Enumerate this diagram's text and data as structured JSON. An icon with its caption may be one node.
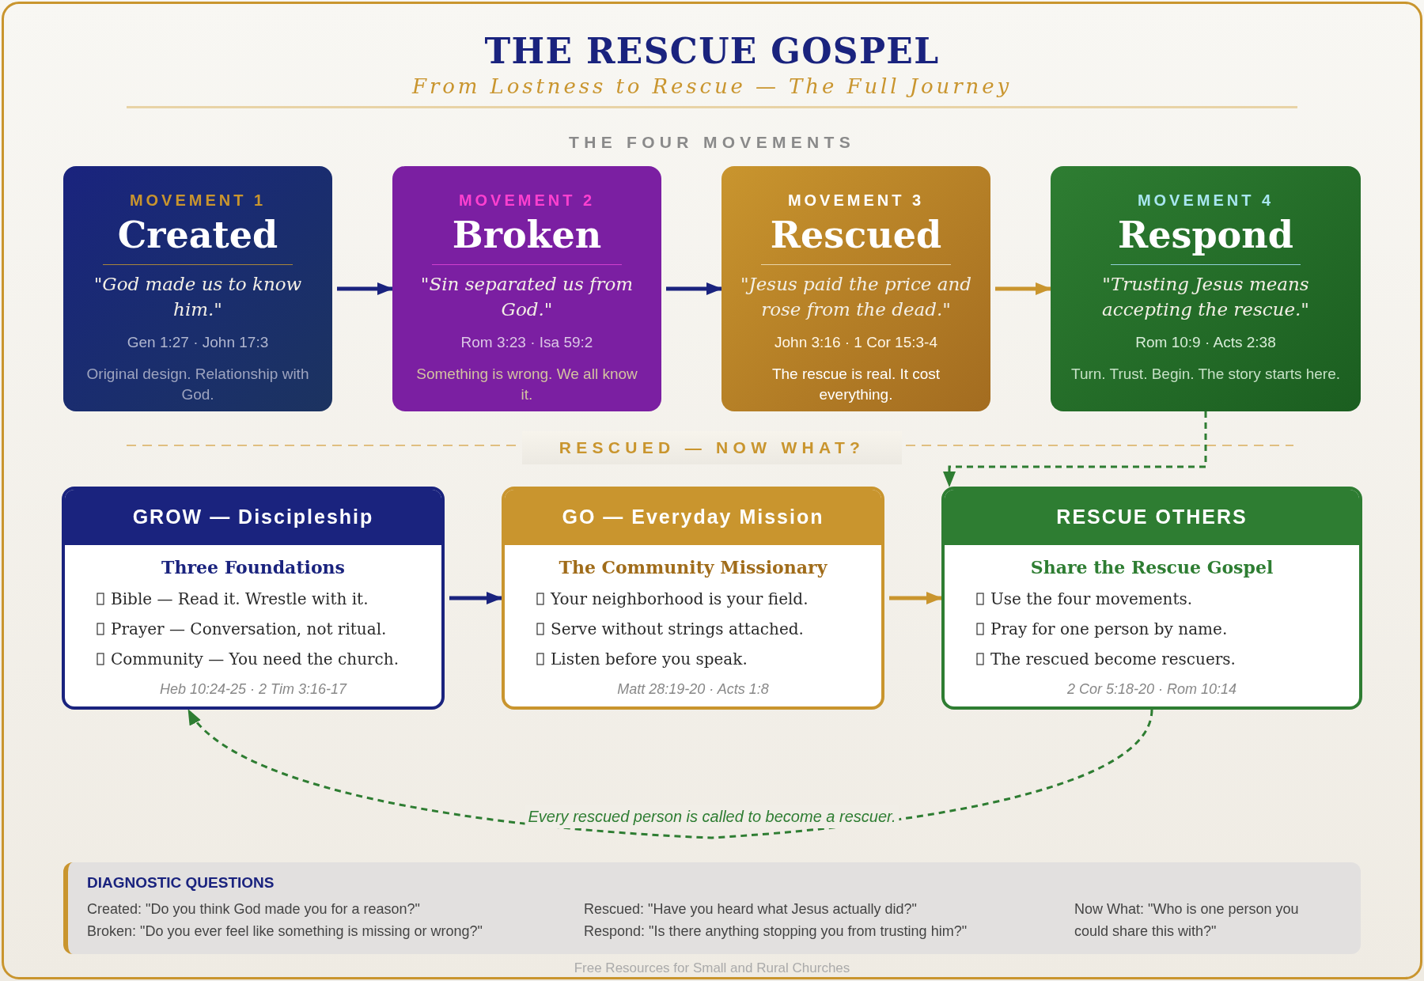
{
  "diagram": {
    "title": "THE RESCUE GOSPEL",
    "nodes": [
      {
        "text": [
          "MOVEMENT 1",
          "Created",
          "\"God made us to know him.\"",
          "Gen 1:27 · John 17:3",
          "Original design. Relationship with God."
        ]
      },
      {
        "text": [
          "MOVEMENT 2",
          "Broken",
          "\"Sin separated us from God.\"",
          "Rom 3:23 · Isa 59:2",
          "Something is wrong. We all know it."
        ]
      },
      {
        "text": [
          "MOVEMENT 3",
          "Rescued",
          "\"Jesus paid the price and rose from the dead.\"",
          "John 3:16 · 1 Cor 15:3-4",
          "The rescue is real. It cost everything."
        ]
      },
      {
        "text": [
          "MOVEMENT 4",
          "Respond",
          "\"Trusting Jesus means accepting the rescue.\"",
          "Rom 10:9 · Acts 2:38",
          "Turn. Trust. Begin. The story starts here."
        ]
      },
      {
        "text": [
          "RESCUED — NOW WHAT?"
        ]
      },
      {
        "text": [
          "GROW — Discipleship",
          "Three Foundations",
          "Bible — Read it. Wrestle with it.",
          "Prayer — Conversation, not ritual.",
          "Community — You need the church.",
          "Heb 10:24-25 · 2 Tim 3:16-17"
        ]
      },
      {
        "text": [
          "GO — Everyday Mission",
          "The Community Missionary",
          "Your neighborhood is your field.",
          "Serve without strings attached.",
          "Listen before you speak.",
          "Matt 28:19-20 · Acts 1:8"
        ]
      },
      {
        "text": [
          "RESCUE OTHERS",
          "Share the Rescue Gospel",
          "Use the four movements.",
          "Pray for one person by name.",
          "The rescued become rescuers.",
          "2 Cor 5:18-20 · Rom 10:14"
        ]
      },
      {
        "text": [
          "DIAGNOSTIC QUESTIONS",
          "Created: \"Do you think God made you for a reason?\"",
          "Broken: \"Do you ever feel like something is missing or wrong?\"",
          "Rescued: \"Have you heard what Jesus actually did?\"",
          "Respond: \"Is there anything stopping you from trusting him?\"",
          "Now What: \"Who is one person you could share this with?\""
        ]
      }
    ],
    "edges": [
      {
        "from": 0,
        "to": 1,
        "arrow": "to",
        "color": "#1a237e"
      },
      {
        "from": 1,
        "to": 2,
        "arrow": "to",
        "color": "#1a237e"
      },
      {
        "from": 2,
        "to": 3,
        "arrow": "to",
        "color": "#c9952e"
      },
      {
        "from": 3,
        "to": 7,
        "arrow": "to",
        "style": "dashed",
        "color": "#2e7d32"
      },
      {
        "from": 5,
        "to": 6,
        "arrow": "to",
        "color": "#1a237e"
      },
      {
        "from": 6,
        "to": 7,
        "arrow": "to",
        "color": "#c9952e"
      },
      {
        "from": 7,
        "to": 5,
        "arrow": "to",
        "style": "dashed",
        "color": "#2e7d32",
        "label": "Every rescued person is called to become a rescuer."
      }
    ],
    "labels": [
      "From Lostness to Rescue — The Full Journey",
      "THE FOUR MOVEMENTS",
      "Free Resources for Small and Rural Churches"
    ]
  }
}
